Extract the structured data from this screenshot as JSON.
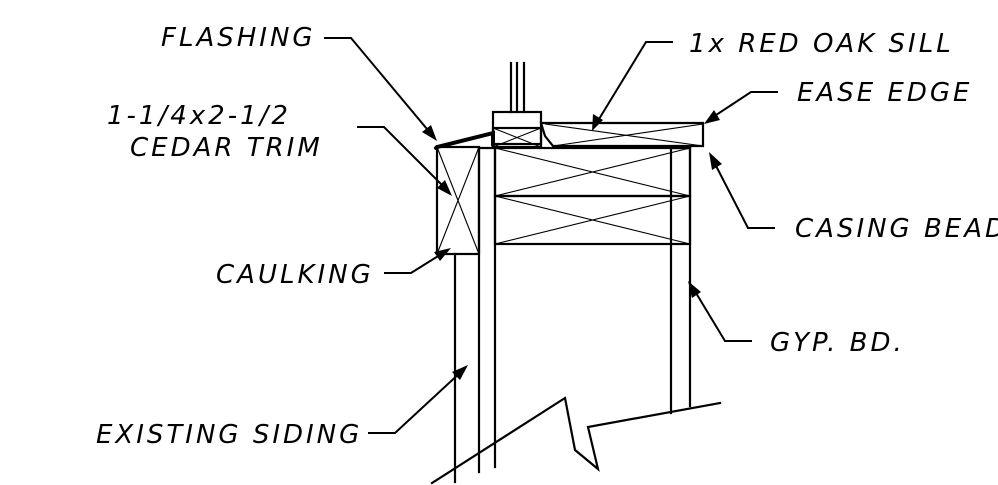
{
  "labels": {
    "flashing": "FLASHING",
    "trim_line1": "1-1/4x2-1/2",
    "trim_line2": "CEDAR TRIM",
    "caulking": "CAULKING",
    "existing_siding": "EXISTING SIDING",
    "sill": "1x RED OAK SILL",
    "ease_edge": "EASE EDGE",
    "casing_bead": "CASING BEAD",
    "gyp_bd": "GYP. BD."
  }
}
